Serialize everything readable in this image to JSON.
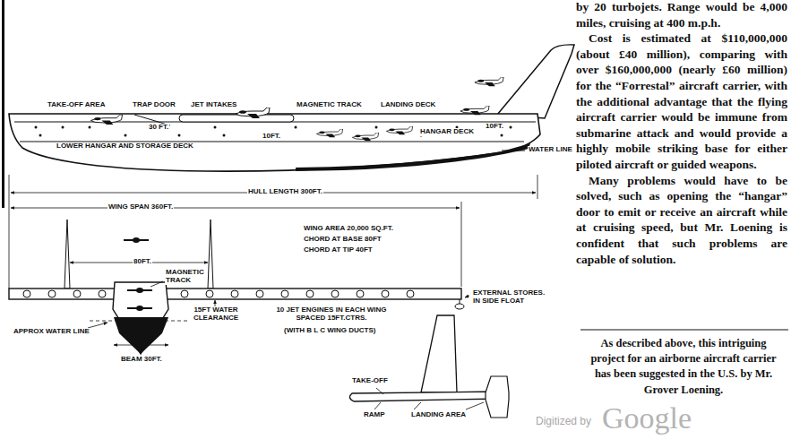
{
  "diagram": {
    "caption": "As described above, this intriguing project for an airborne aircraft carrier has been suggested in the U.S. by Mr. Grover Loening.",
    "labels": [
      "TAKE-OFF AREA",
      "TRAP DOOR",
      "JET INTAKES",
      "MAGNETIC TRACK",
      "LANDING DECK",
      "30 FT.",
      "10FT.",
      "HANGAR DECK",
      "10FT.",
      "LOWER HANGAR AND STORAGE DECK",
      "WATER LINE",
      "HULL LENGTH 300FT.",
      "WING SPAN 360FT.",
      "WING AREA 20,000 SQ.FT.",
      "CHORD AT BASE 80FT",
      "CHORD AT TIP 40FT",
      "80FT.",
      "MAGNETIC TRACK",
      "EXTERNAL STORES. IN SIDE FLOAT",
      "15FT WATER CLEARANCE",
      "10 JET ENGINES IN EACH WING SPACED 15FT.CTRS.",
      "(WITH B L C WING DUCTS)",
      "APPROX WATER LINE",
      "BEAM 30FT.",
      "TAKE-OFF",
      "RAMP",
      "LANDING AREA",
      "by 20 turbojets. Range would be 4,000 miles, cruising at 400 m.p.h.",
      "Cost is estimated at $110,000,000 (about £40 million), comparing with over $160,000,000 (nearly £60 million) for the “Forrestal” aircraft carrier, with the additional advantage that the flying aircraft carrier would be immune from submarine attack and would provide a highly mobile striking base for either piloted aircraft or guided weapons.",
      "Many problems would have to be solved, such as opening the “hangar” door to emit or receive an aircraft while at cruising speed, but Mr. Loening is confident that such problems are capable of solution.",
      "Digitized by",
      "Google"
    ]
  }
}
